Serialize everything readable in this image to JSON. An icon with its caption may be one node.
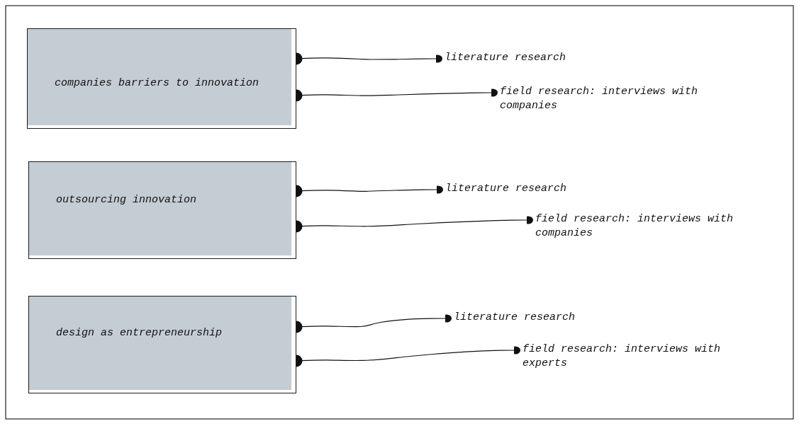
{
  "diagram": {
    "nodes": [
      {
        "text": [
          "companies barriers to innovation"
        ]
      },
      {
        "text": [
          "literature research"
        ]
      },
      {
        "text": [
          "field research: interviews with companies"
        ]
      },
      {
        "text": [
          "outsourcing innovation"
        ]
      },
      {
        "text": [
          "literature research"
        ]
      },
      {
        "text": [
          "field research: interviews with companies"
        ]
      },
      {
        "text": [
          "design as entrepreneurship"
        ]
      },
      {
        "text": [
          "literature research"
        ]
      },
      {
        "text": [
          "field research: interviews with experts"
        ]
      }
    ],
    "edges": [
      {
        "from": 0,
        "to": 1,
        "arrow": "other"
      },
      {
        "from": 0,
        "to": 2,
        "arrow": "other"
      },
      {
        "from": 3,
        "to": 4,
        "arrow": "other"
      },
      {
        "from": 3,
        "to": 5,
        "arrow": "other"
      },
      {
        "from": 6,
        "to": 7,
        "arrow": "other"
      },
      {
        "from": 6,
        "to": 8,
        "arrow": "other"
      }
    ]
  }
}
